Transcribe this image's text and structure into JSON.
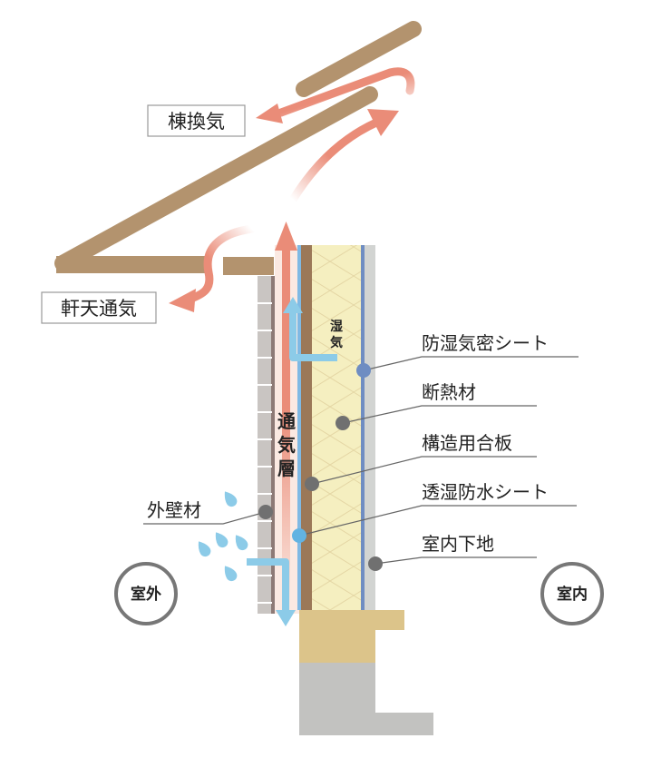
{
  "labels": {
    "ridge_vent": "棟換気",
    "eave_vent": "軒天通気",
    "air_layer": [
      "通",
      "気",
      "層"
    ],
    "moisture": [
      "湿",
      "気"
    ],
    "exterior_wall": "外壁材",
    "outdoor": "室外",
    "indoor": "室内"
  },
  "callouts": [
    {
      "id": "vapor-barrier",
      "label": "防湿気密シート"
    },
    {
      "id": "insulation",
      "label": "断熱材"
    },
    {
      "id": "structural-plywood",
      "label": "構造用合板"
    },
    {
      "id": "breathable-waterproof-sheet",
      "label": "透湿防水シート"
    },
    {
      "id": "interior-base",
      "label": "室内下地"
    }
  ],
  "colors": {
    "roof": "#b3936e",
    "airflow": "#ea8c78",
    "moisture_flow": "#8ccbe8",
    "insulation": "#f5efc0",
    "plywood": "#9b7858",
    "interior_board": "#d2d4d2",
    "foundation": "#c2c2c0",
    "sill": "#dcc48a",
    "siding": "#bdb9b6",
    "marker_dark": "#707070",
    "marker_blue": "#6f8dc2",
    "marker_light_blue": "#62b3e2"
  }
}
